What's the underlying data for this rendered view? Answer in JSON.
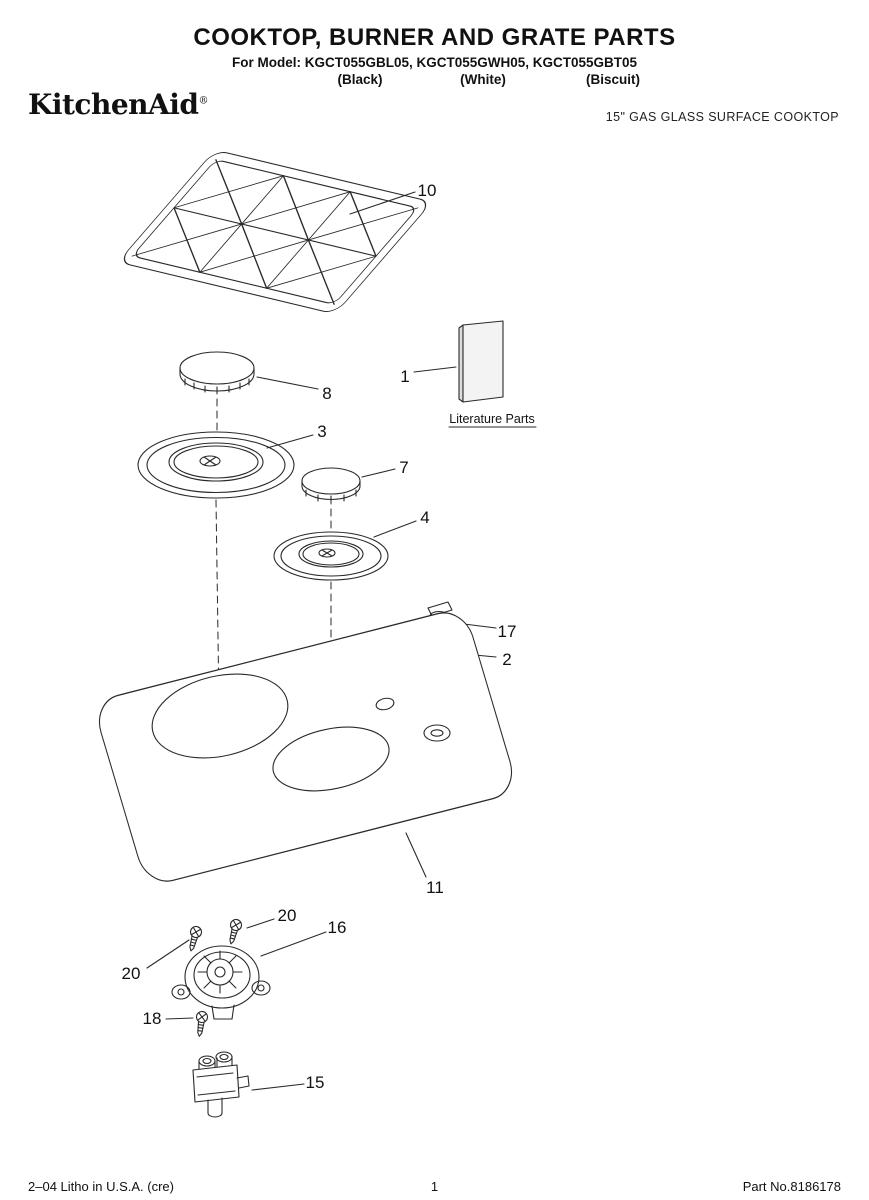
{
  "header": {
    "title": "COOKTOP, BURNER AND GRATE PARTS",
    "model_line": "For Model: KGCT055GBL05, KGCT055GWH05, KGCT055GBT05",
    "colors": [
      "(Black)",
      "(White)",
      "(Biscuit)"
    ],
    "brand": "KitchenAid",
    "registered": "®",
    "subtitle": "15\" GAS GLASS SURFACE COOKTOP"
  },
  "diagram": {
    "literature_label": "Literature Parts",
    "callouts": {
      "grate": "10",
      "burner_cap_large": "8",
      "literature": "1",
      "burner_ring_large": "3",
      "burner_cap_small": "7",
      "burner_ring_small": "4",
      "igniter": "17",
      "seal": "2",
      "cooktop": "11",
      "screw_a": "20",
      "screw_b": "20",
      "burner_assembly": "16",
      "screw_c": "18",
      "valve": "15"
    }
  },
  "footer": {
    "left": "2–04 Litho in U.S.A. (cre)",
    "page_number": "1",
    "right": "Part No.8186178"
  }
}
